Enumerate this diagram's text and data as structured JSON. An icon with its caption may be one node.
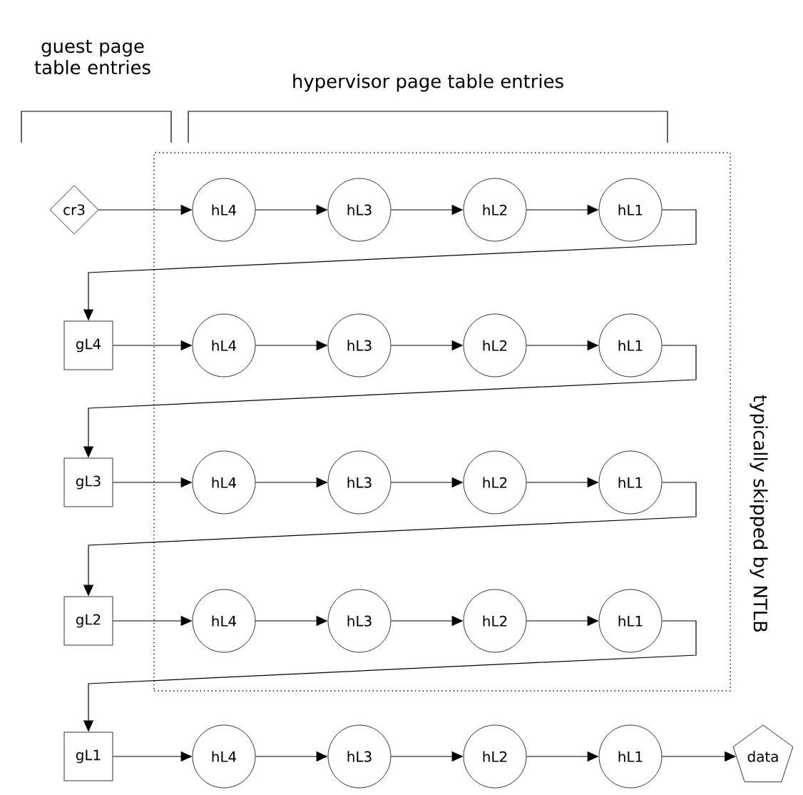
{
  "diagram": {
    "nodes": [
      {
        "text": [
          "typically skipped by NTLB"
        ]
      },
      {
        "text": [
          "cr3"
        ]
      },
      {
        "text": [
          "hL4"
        ],
        "in": 0
      },
      {
        "text": [
          "hL3"
        ],
        "in": 0
      },
      {
        "text": [
          "hL2"
        ],
        "in": 0
      },
      {
        "text": [
          "hL1"
        ],
        "in": 0
      },
      {
        "text": [
          "gL4"
        ]
      },
      {
        "text": [
          "hL4"
        ],
        "in": 0
      },
      {
        "text": [
          "hL3"
        ],
        "in": 0
      },
      {
        "text": [
          "hL2"
        ],
        "in": 0
      },
      {
        "text": [
          "hL1"
        ],
        "in": 0
      },
      {
        "text": [
          "gL3"
        ]
      },
      {
        "text": [
          "hL4"
        ],
        "in": 0
      },
      {
        "text": [
          "hL3"
        ],
        "in": 0
      },
      {
        "text": [
          "hL2"
        ],
        "in": 0
      },
      {
        "text": [
          "hL1"
        ],
        "in": 0
      },
      {
        "text": [
          "gL2"
        ]
      },
      {
        "text": [
          "hL4"
        ],
        "in": 0
      },
      {
        "text": [
          "hL3"
        ],
        "in": 0
      },
      {
        "text": [
          "hL2"
        ],
        "in": 0
      },
      {
        "text": [
          "hL1"
        ],
        "in": 0
      },
      {
        "text": [
          "gL1"
        ]
      },
      {
        "text": [
          "hL4"
        ]
      },
      {
        "text": [
          "hL3"
        ]
      },
      {
        "text": [
          "hL2"
        ]
      },
      {
        "text": [
          "hL1"
        ]
      },
      {
        "text": [
          "data"
        ]
      }
    ],
    "edges": [
      {
        "from": 1,
        "to": 2,
        "arrow": "to"
      },
      {
        "from": 2,
        "to": 3,
        "arrow": "to"
      },
      {
        "from": 3,
        "to": 4,
        "arrow": "to"
      },
      {
        "from": 4,
        "to": 5,
        "arrow": "to"
      },
      {
        "from": 5,
        "to": 6,
        "arrow": "to"
      },
      {
        "from": 6,
        "to": 7,
        "arrow": "to"
      },
      {
        "from": 7,
        "to": 8,
        "arrow": "to"
      },
      {
        "from": 8,
        "to": 9,
        "arrow": "to"
      },
      {
        "from": 9,
        "to": 10,
        "arrow": "to"
      },
      {
        "from": 10,
        "to": 11,
        "arrow": "to"
      },
      {
        "from": 11,
        "to": 12,
        "arrow": "to"
      },
      {
        "from": 12,
        "to": 13,
        "arrow": "to"
      },
      {
        "from": 13,
        "to": 14,
        "arrow": "to"
      },
      {
        "from": 14,
        "to": 15,
        "arrow": "to"
      },
      {
        "from": 15,
        "to": 16,
        "arrow": "to"
      },
      {
        "from": 16,
        "to": 17,
        "arrow": "to"
      },
      {
        "from": 17,
        "to": 18,
        "arrow": "to"
      },
      {
        "from": 18,
        "to": 19,
        "arrow": "to"
      },
      {
        "from": 19,
        "to": 20,
        "arrow": "to"
      },
      {
        "from": 20,
        "to": 21,
        "arrow": "to"
      },
      {
        "from": 21,
        "to": 22,
        "arrow": "to"
      },
      {
        "from": 22,
        "to": 23,
        "arrow": "to"
      },
      {
        "from": 23,
        "to": 24,
        "arrow": "to"
      },
      {
        "from": 24,
        "to": 25,
        "arrow": "to"
      },
      {
        "from": 25,
        "to": 26,
        "arrow": "to"
      }
    ],
    "labels": [
      "guest page table entries",
      "hypervisor page table entries"
    ]
  }
}
